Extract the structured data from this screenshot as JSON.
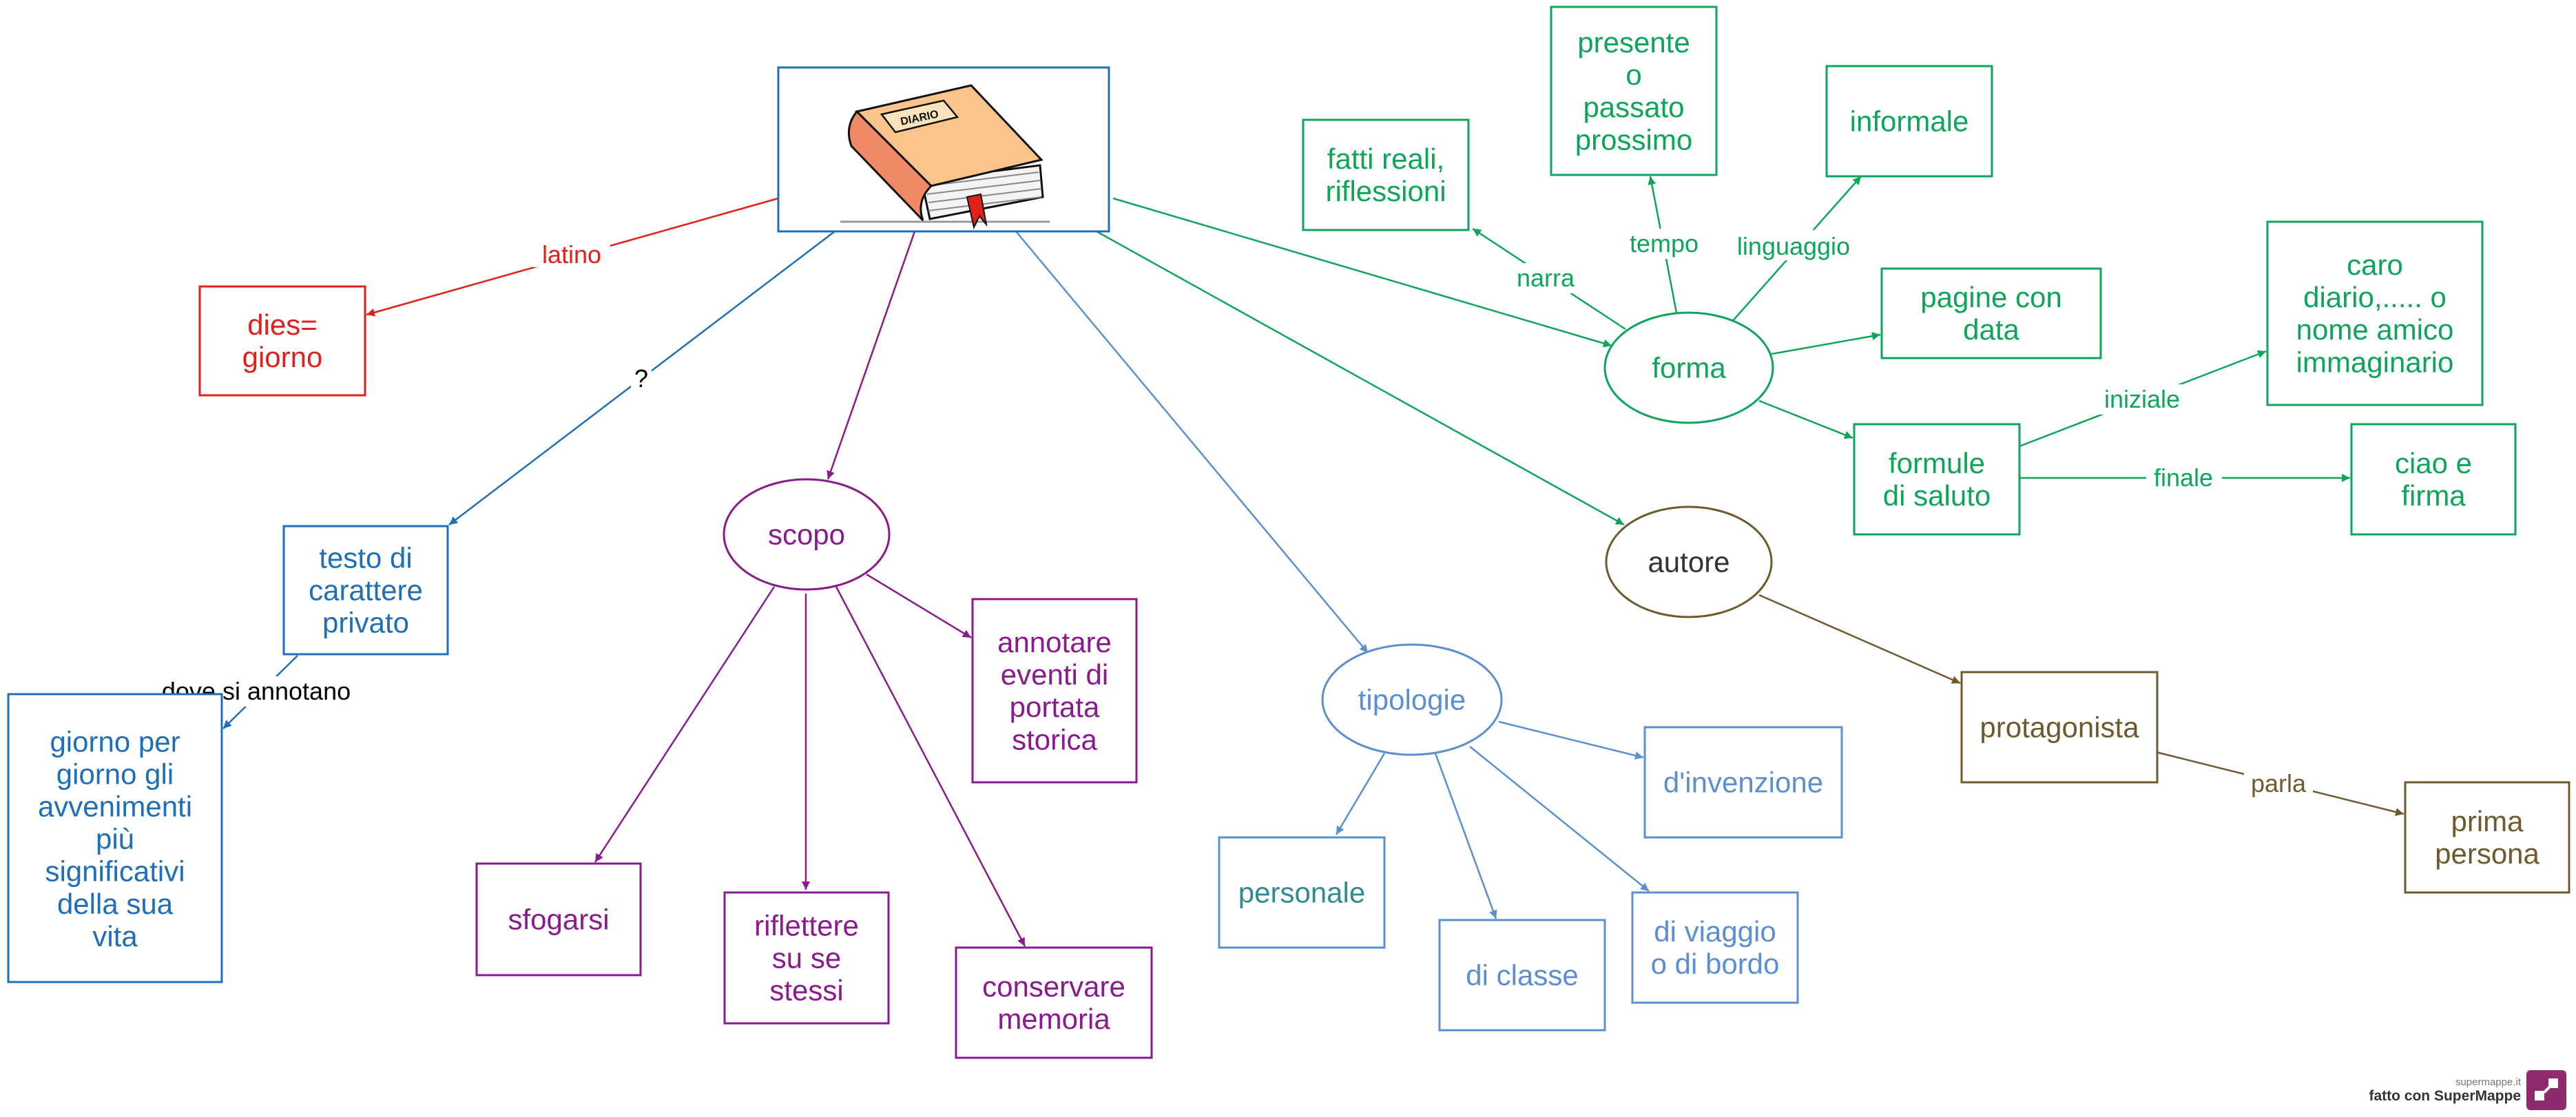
{
  "colors": {
    "red": "#e0201b",
    "blue": "#1f6fb8",
    "purple": "#8a1a8e",
    "green": "#0ea55a",
    "lightblue": "#5b8fd2",
    "teal": "#2f8a99",
    "olive": "#6e5a2e",
    "black": "#000000"
  },
  "nodes": {
    "diario": {
      "label": "DIARIO"
    },
    "dies": {
      "label": "dies=\ngiorno"
    },
    "testo": {
      "label": "testo di\ncarattere\nprivato"
    },
    "giorno": {
      "label": "giorno per\ngiorno gli\navvenimenti\npiù\nsignificativi\ndella sua\nvita"
    },
    "scopo": {
      "label": "scopo"
    },
    "annotare": {
      "label": "annotare\neventi di\nportata\nstorica"
    },
    "sfogarsi": {
      "label": "sfogarsi"
    },
    "riflettere": {
      "label": "riflettere\nsu se\nstessi"
    },
    "conservare": {
      "label": "conservare\nmemoria"
    },
    "tipologie": {
      "label": "tipologie"
    },
    "personale": {
      "label": "personale"
    },
    "diclasse": {
      "label": "di classe"
    },
    "viaggio": {
      "label": "di viaggio\no di bordo"
    },
    "invenzione": {
      "label": "d'invenzione"
    },
    "forma": {
      "label": "forma"
    },
    "fatti": {
      "label": "fatti reali,\nriflessioni"
    },
    "presente": {
      "label": "presente\no\npassato\nprossimo"
    },
    "informale": {
      "label": "informale"
    },
    "pagine": {
      "label": "pagine con\ndata"
    },
    "formule": {
      "label": "formule\ndi saluto"
    },
    "caro": {
      "label": "caro\ndiario,..... o\nnome amico\nimmaginario"
    },
    "ciao": {
      "label": "ciao e\nfirma"
    },
    "autore": {
      "label": "autore"
    },
    "protagonista": {
      "label": "protagonista"
    },
    "prima": {
      "label": "prima\npersona"
    }
  },
  "link_labels": {
    "latino": "latino",
    "question": "?",
    "dove": "dove si annotano",
    "narra": "narra",
    "tempo": "tempo",
    "linguaggio": "linguaggio",
    "iniziale": "iniziale",
    "finale": "finale",
    "parla": "parla"
  },
  "footer": {
    "site": "supermappe.it",
    "made_with": "fatto con SuperMappe"
  }
}
